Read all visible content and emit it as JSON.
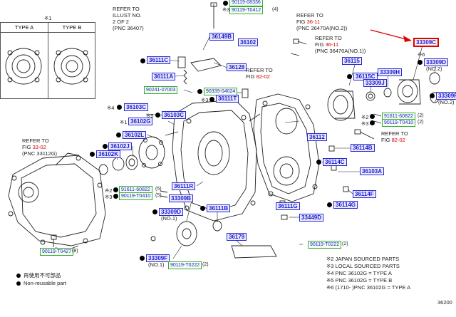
{
  "type_table": {
    "footnote_mark": "※1",
    "col_a": "TYPE A",
    "col_b": "TYPE B"
  },
  "refs": {
    "illust": [
      "REFER TO",
      "ILLUST NO.",
      "2 OF 2",
      "(PNC 36407)"
    ],
    "fig36_top": {
      "l1": "REFER TO",
      "fig_pre": "FIG ",
      "fig_num": "36-11",
      "l3": "(PNC 36470A(NO.2))"
    },
    "fig36_mid": {
      "l1": "REFER TO",
      "fig_pre": "FIG ",
      "fig_num": "36-11",
      "l3": "(PNC 36470A(NO.1))"
    },
    "fig82_left": {
      "l1": "REFER TO",
      "fig_pre": "FIG ",
      "fig_num": "82-02"
    },
    "fig82_right": {
      "l1": "REFER TO",
      "fig_pre": "FIG ",
      "fig_num": "82-02"
    },
    "fig33": {
      "l1": "REFER TO",
      "fig_pre": "FIG ",
      "fig_num": "33-02",
      "l3": "(PNC 33112G)"
    }
  },
  "parts": {
    "p90119_top1": "90119-08336",
    "p90119_top2": "90119-T0412",
    "q_top2": "(4)",
    "p36149B": "36149B",
    "p36102": "36102",
    "p36111C": "36111C",
    "p36128": "36128",
    "p36111A": "36111A",
    "p90241": "90241-07003",
    "p90339": "90339-04024",
    "p36111T": "36111T",
    "mark_36111T": "※3",
    "p36103C_a": "36103C",
    "mark_36103C_a": "※4",
    "p36103C_b": "36103C",
    "mark_36103C_b": "※5",
    "p36102G": "36102G",
    "mark_36102G": "※1",
    "p36102L": "36102L",
    "p36102J": "36102J",
    "p36102K": "36102K",
    "p36111R": "36111R",
    "p90105": "91611-60822",
    "q_90105": "(5)",
    "mark_90105": "※2",
    "p90119_l": "90119-T0410",
    "q_90119_l": "(5)",
    "mark_90119_l": "※3",
    "p33309B": "33309B",
    "p33309D_l": "33309D",
    "no1_l": "(NO.1)",
    "p36111B": "36111B",
    "p90119_0427": "90119-T0427",
    "q_0427": "(8)",
    "p33309F_l": "33309F",
    "no1_f": "(NO.1)",
    "p90119_0222b": "90119-T0222",
    "q_0222b": "(2)",
    "p36179": "36179",
    "p90119_0222a": "90119-T0222",
    "q_0222a": "(2)",
    "p36111G": "36111G",
    "p33449D": "33449D",
    "p36112": "36112",
    "p36114B": "36114B",
    "p36114C": "36114C",
    "p36103A": "36103A",
    "p36114F": "36114F",
    "p36114G": "36114G",
    "p36115": "36115",
    "p36115C": "36115C",
    "p33309H": "33309H",
    "p33309J": "33309J",
    "p33309C": "33309C",
    "mark_33309": "※6",
    "p33309D_r": "33309D",
    "no2": "(NO.2)",
    "p33309F_r": "33309F",
    "no2_f": "(NO.2)",
    "p91611_r": "91611-60822",
    "q_91611_r": "(2)",
    "mark_91611_r": "※2",
    "p90119_r": "90119-T0410",
    "q_90119_r": "(2)",
    "mark_90119_r": "※3"
  },
  "notes": {
    "n2": "※2 JAPAN SOURCED PARTS",
    "n3": "※3 LOCAL SOURCED PARTS",
    "n4": "※4 PNC 36102G = TYPE A",
    "n5": "※5 PNC 36102G = TYPE B",
    "n6": "※6 (1710-    )PNC 36102G = TYPE A"
  },
  "legend": {
    "jp": "再使用不可部品",
    "en": "Non-reusable part"
  },
  "diagram_code": "36200"
}
